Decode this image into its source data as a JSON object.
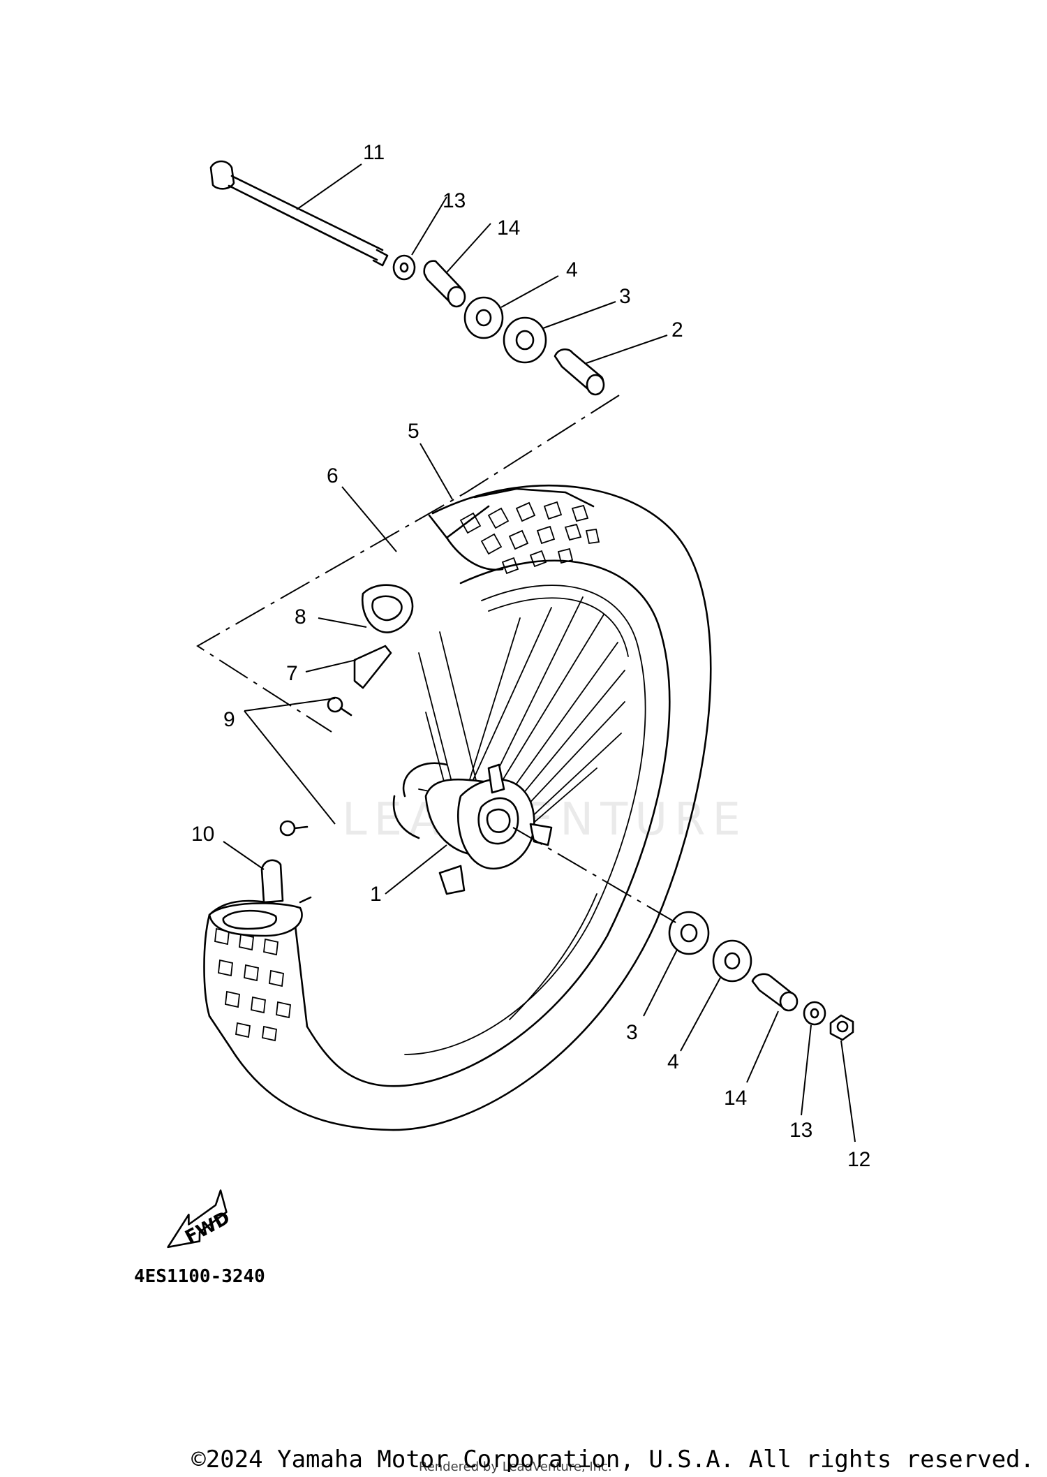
{
  "diagram": {
    "part_code": "4ES1100-3240",
    "fwd_label": "FWD",
    "watermark": "LEADVENTURE",
    "callouts": [
      {
        "id": "c11",
        "label": "11"
      },
      {
        "id": "c13a",
        "label": "13"
      },
      {
        "id": "c14a",
        "label": "14"
      },
      {
        "id": "c4a",
        "label": "4"
      },
      {
        "id": "c3a",
        "label": "3"
      },
      {
        "id": "c2",
        "label": "2"
      },
      {
        "id": "c5",
        "label": "5"
      },
      {
        "id": "c6",
        "label": "6"
      },
      {
        "id": "c8",
        "label": "8"
      },
      {
        "id": "c7",
        "label": "7"
      },
      {
        "id": "c9",
        "label": "9"
      },
      {
        "id": "c10",
        "label": "10"
      },
      {
        "id": "c1",
        "label": "1"
      },
      {
        "id": "c3b",
        "label": "3"
      },
      {
        "id": "c4b",
        "label": "4"
      },
      {
        "id": "c14b",
        "label": "14"
      },
      {
        "id": "c13b",
        "label": "13"
      },
      {
        "id": "c12",
        "label": "12"
      }
    ]
  },
  "footer": {
    "copyright": "©2024 Yamaha Motor Corporation, U.S.A. All rights reserved.",
    "renderer": "Rendered by LeadVenture, Inc."
  }
}
